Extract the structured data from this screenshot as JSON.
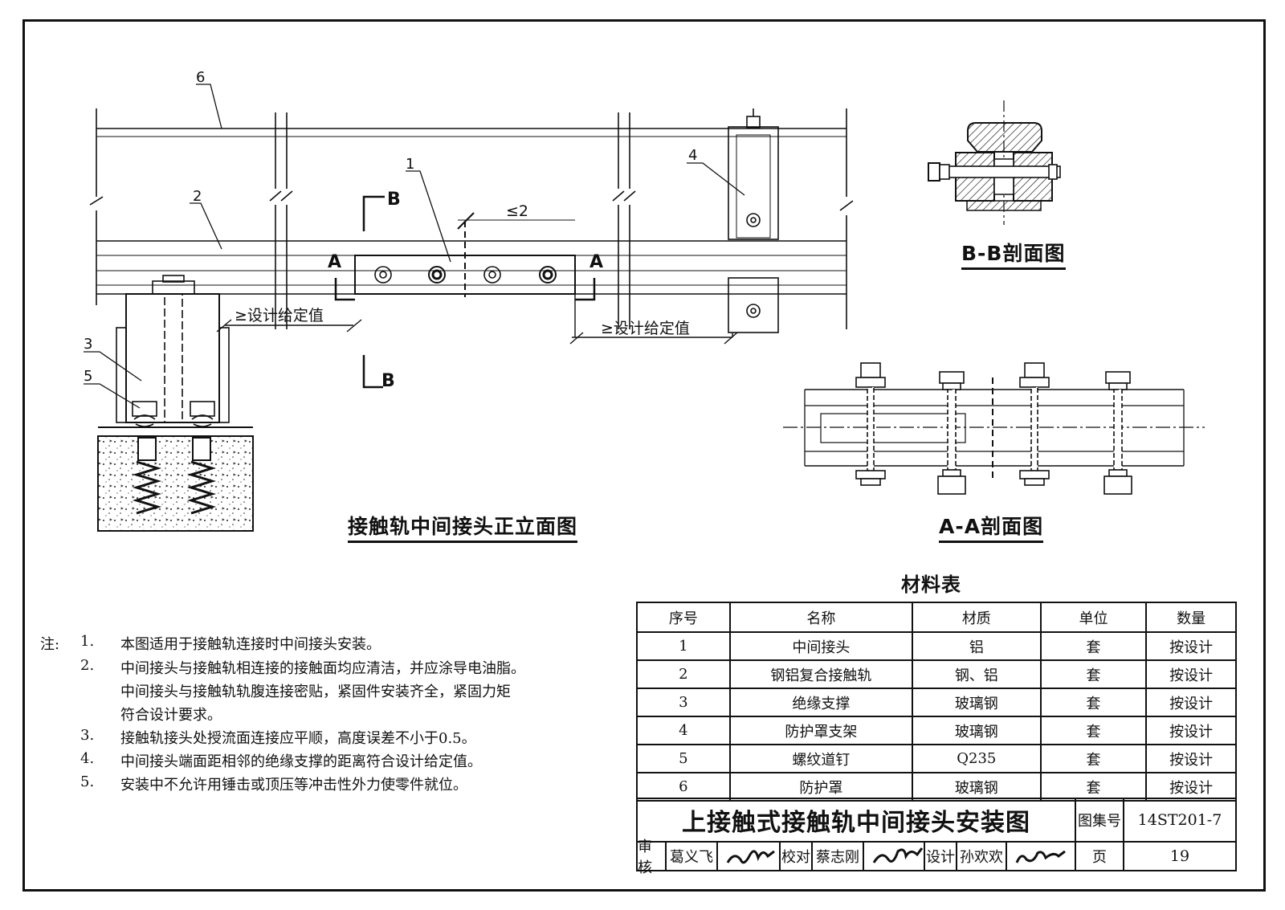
{
  "views": {
    "elevation_title": "接触轨中间接头正立面图",
    "section_bb_title": "B-B剖面图",
    "section_aa_title": "A-A剖面图"
  },
  "elevation": {
    "callouts": [
      "6",
      "2",
      "1",
      "4",
      "3",
      "5"
    ],
    "section_mark_a": "A",
    "section_mark_b": "B",
    "gap_label": "≤2",
    "dim_left": "≥设计给定值",
    "dim_right": "≥设计给定值"
  },
  "notes": {
    "lead": "注:",
    "items": [
      {
        "num": "1.",
        "lines": [
          "本图适用于接触轨连接时中间接头安装。"
        ]
      },
      {
        "num": "2.",
        "lines": [
          "中间接头与接触轨相连接的接触面均应清洁，并应涂导电油脂。",
          "中间接头与接触轨轨腹连接密贴，紧固件安装齐全，紧固力矩",
          "符合设计要求。"
        ]
      },
      {
        "num": "3.",
        "lines": [
          "接触轨接头处授流面连接应平顺，高度误差不小于0.5。"
        ]
      },
      {
        "num": "4.",
        "lines": [
          "中间接头端面距相邻的绝缘支撑的距离符合设计给定值。"
        ]
      },
      {
        "num": "5.",
        "lines": [
          "安装中不允许用锤击或顶压等冲击性外力使零件就位。"
        ]
      }
    ]
  },
  "materials": {
    "title": "材料表",
    "headers": [
      "序号",
      "名称",
      "材质",
      "单位",
      "数量"
    ],
    "rows": [
      [
        "1",
        "中间接头",
        "铝",
        "套",
        "按设计"
      ],
      [
        "2",
        "钢铝复合接触轨",
        "钢、铝",
        "套",
        "按设计"
      ],
      [
        "3",
        "绝缘支撑",
        "玻璃钢",
        "套",
        "按设计"
      ],
      [
        "4",
        "防护罩支架",
        "玻璃钢",
        "套",
        "按设计"
      ],
      [
        "5",
        "螺纹道钉",
        "Q235",
        "套",
        "按设计"
      ],
      [
        "6",
        "防护罩",
        "玻璃钢",
        "套",
        "按设计"
      ]
    ]
  },
  "title_block": {
    "drawing_title": "上接触式接触轨中间接头安装图",
    "atlas_label": "图集号",
    "atlas_no": "14ST201-7",
    "page_label": "页",
    "page_no": "19",
    "review_label": "审核",
    "reviewer": "葛义飞",
    "reviewer_sig": "葛义飞",
    "check_label": "校对",
    "checker": "蔡志刚",
    "checker_sig": "蔡志刚",
    "design_label": "设计",
    "designer": "孙欢欢",
    "designer_sig": "孙欢欢"
  }
}
